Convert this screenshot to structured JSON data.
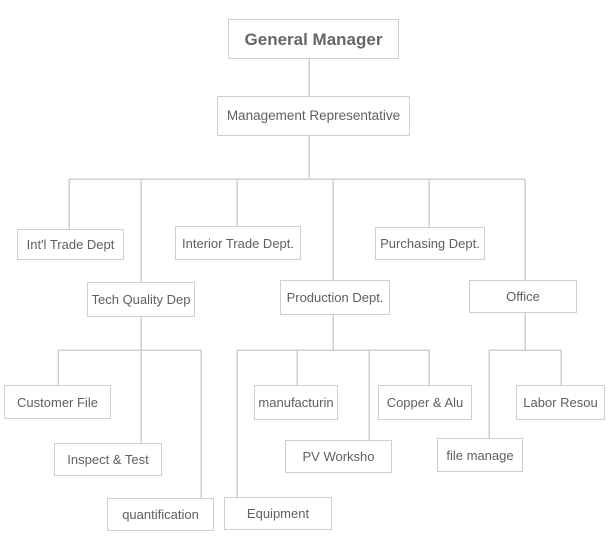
{
  "org_chart": {
    "general_manager": "General Manager",
    "management_representative": "Management Representative",
    "departments": {
      "intl_trade": "Int'l Trade Dept",
      "interior_trade": "Interior Trade Dept.",
      "purchasing": "Purchasing Dept.",
      "tech_quality": "Tech Quality Dep",
      "production": "Production Dept.",
      "office": "Office"
    },
    "tech_quality_units": {
      "customer_file": "Customer File",
      "inspect_test": "Inspect & Test",
      "quantification": "quantification"
    },
    "production_units": {
      "equipment": "Equipment",
      "manufacturing": "manufacturin",
      "pv_workshop": "PV Worksho",
      "copper_alu": "Copper & Alu"
    },
    "office_units": {
      "file_manage": "file manage",
      "labor_resources": "Labor Resou"
    }
  },
  "colors": {
    "line": "#cfcfcf",
    "border": "#cfcfcf",
    "text": "#5f5f5f",
    "background": "#ffffff"
  }
}
